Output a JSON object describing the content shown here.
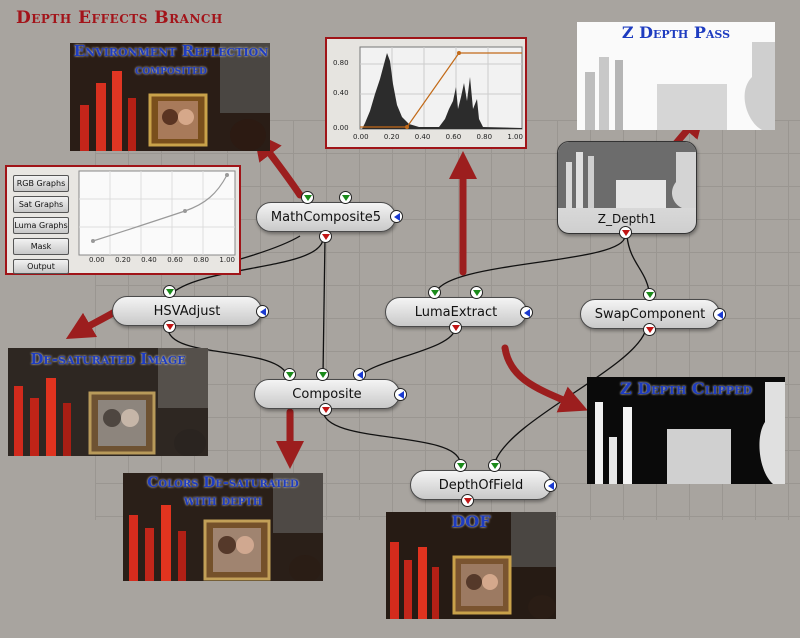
{
  "title": "Depth Effects Branch",
  "nodes": {
    "math_composite": "MathComposite5",
    "hsv_adjust": "HSVAdjust",
    "luma_extract": "LumaExtract",
    "swap_component": "SwapComponent",
    "composite": "Composite",
    "depth_of_field": "DepthOfField",
    "z_depth1": "Z_Depth1"
  },
  "captions": {
    "env_reflection_line1": "Environment Reflection",
    "env_reflection_line2": "composited",
    "z_depth_pass": "Z Depth Pass",
    "desaturated_image": "De-saturated Image",
    "z_depth_clipped": "Z Depth Clipped",
    "colors_desat_line1": "Colors De-saturated",
    "colors_desat_line2": "with depth",
    "dof": "DOF"
  },
  "curve_panel": {
    "buttons": [
      "RGB Graphs",
      "Sat Graphs",
      "Luma Graphs",
      "Mask",
      "Output"
    ],
    "x_ticks": [
      "0.00",
      "0.20",
      "0.40",
      "0.60",
      "0.80",
      "1.00"
    ]
  },
  "histogram_panel": {
    "y_ticks": [
      "0.80",
      "0.40",
      "0.00"
    ],
    "x_ticks": [
      "0.00",
      "0.20",
      "0.40",
      "0.60",
      "0.80",
      "1.00"
    ]
  },
  "colors": {
    "title": "#a3141a",
    "caption": "#1e3cc0",
    "arrow": "#9c1e1e",
    "wire": "#111111"
  }
}
